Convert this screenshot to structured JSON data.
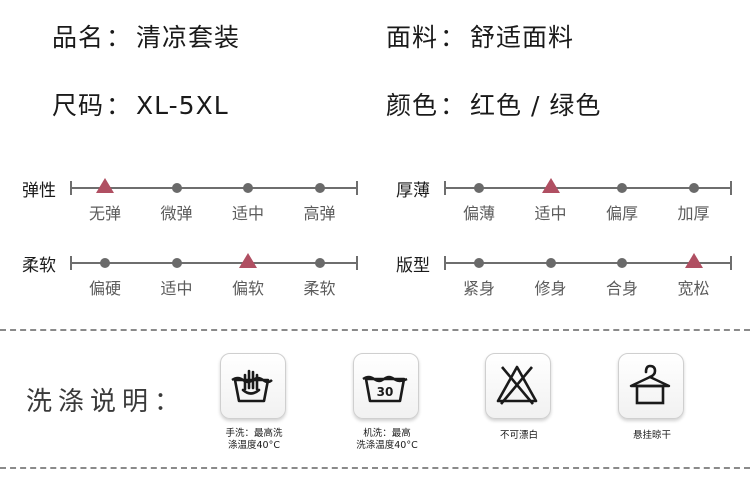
{
  "product": {
    "name_label": "品名",
    "name_value": "清凉套装",
    "fabric_label": "面料",
    "fabric_value": "舒适面料",
    "size_label": "尺码",
    "size_value": "XL-5XL",
    "color_label": "颜色",
    "color_value": "红色 / 绿色",
    "colon": "："
  },
  "scales": [
    {
      "label": "弹性",
      "options": [
        "无弹",
        "微弹",
        "适中",
        "高弹"
      ],
      "selected_index": 0
    },
    {
      "label": "厚薄",
      "options": [
        "偏薄",
        "适中",
        "偏厚",
        "加厚"
      ],
      "selected_index": 1
    },
    {
      "label": "柔软",
      "options": [
        "偏硬",
        "适中",
        "偏软",
        "柔软"
      ],
      "selected_index": 2
    },
    {
      "label": "版型",
      "options": [
        "紧身",
        "修身",
        "合身",
        "宽松"
      ],
      "selected_index": 3
    }
  ],
  "wash": {
    "title": "洗涤说明：",
    "items": [
      {
        "icon": "hand-wash-icon",
        "line1": "手洗：最高洗",
        "line2": "涤温度40°C"
      },
      {
        "icon": "machine-wash-30-icon",
        "badge": "30",
        "line1": "机洗：最高",
        "line2": "洗涤温度40°C"
      },
      {
        "icon": "no-bleach-icon",
        "line1": "不可漂白",
        "line2": ""
      },
      {
        "icon": "hang-dry-icon",
        "line1": "悬挂晾干",
        "line2": ""
      }
    ]
  },
  "colors": {
    "marker": "#b04f62",
    "track": "#6e6e6e",
    "dash": "#8a8a8a"
  }
}
